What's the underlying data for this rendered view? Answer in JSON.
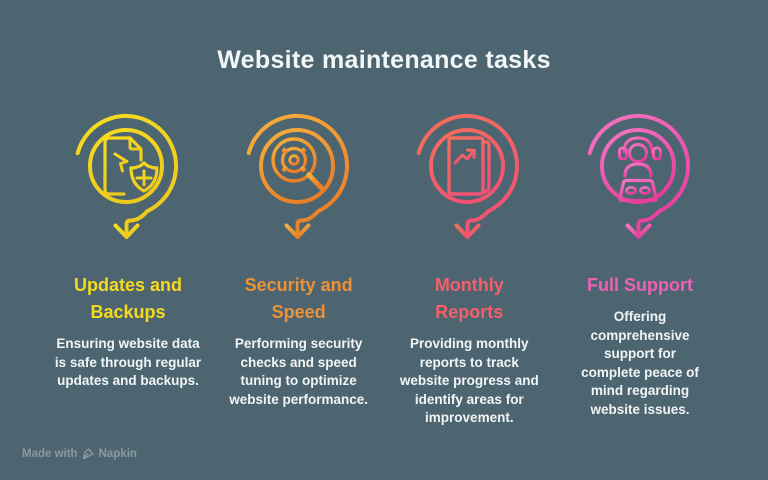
{
  "title": "Website maintenance tasks",
  "columns": [
    {
      "heading": "Updates and Backups",
      "body": "Ensuring website data is safe through regular updates and backups.",
      "color": "#F5D91F",
      "icon": "document-shield-plus-icon",
      "gradient": [
        "#F6DC21",
        "#EEC91D"
      ]
    },
    {
      "heading": "Security and Speed",
      "body": "Performing security checks and speed tuning to optimize website performance.",
      "color": "#F09233",
      "icon": "gear-magnifier-icon",
      "gradient": [
        "#F5B13E",
        "#EB7E28"
      ]
    },
    {
      "heading": "Monthly Reports",
      "body": "Providing monthly reports to track website progress and identify areas for improvement.",
      "color": "#F55F6B",
      "icon": "report-trend-chart-icon",
      "gradient": [
        "#F2705B",
        "#F25273"
      ]
    },
    {
      "heading": "Full Support",
      "body": "Offering comprehensive support for complete peace of mind regarding website issues.",
      "color": "#F160B6",
      "icon": "support-agent-headset-icon",
      "gradient": [
        "#F477C5",
        "#E73E9D"
      ]
    }
  ],
  "watermark": {
    "prefix": "Made with",
    "brand": "Napkin",
    "icon": "napkin-pen-icon"
  },
  "colors": {
    "background": "#4C6570",
    "title": "#F4F7F7",
    "body_text": "#F2F5F5",
    "watermark": "#97A3A9"
  }
}
